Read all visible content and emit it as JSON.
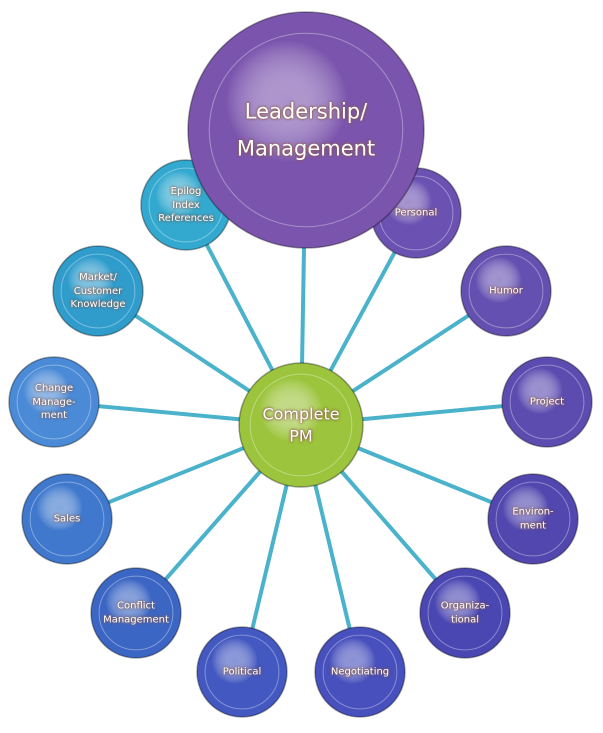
{
  "hub": {
    "label": "Complete\nPM",
    "color": "#9cc43c"
  },
  "top": {
    "label": "Leadership/\nManagement",
    "color": "#7b55ad"
  },
  "connector_color": "#4ab2cb",
  "nodes": [
    {
      "label": "Epilog\nIndex\nReferences",
      "color": "#33a9cf"
    },
    {
      "label": "Market/\nCustomer\nKnowledge",
      "color": "#2f9ccc"
    },
    {
      "label": "Change\nManage-\nment",
      "color": "#4a8ad6"
    },
    {
      "label": "Sales",
      "color": "#3f78cc"
    },
    {
      "label": "Conflict\nManagement",
      "color": "#3c66c4"
    },
    {
      "label": "Political",
      "color": "#4358c0"
    },
    {
      "label": "Negotiating",
      "color": "#4750bc"
    },
    {
      "label": "Organiza-\ntional",
      "color": "#4a47b2"
    },
    {
      "label": "Environ-\nment",
      "color": "#5147ae"
    },
    {
      "label": "Project",
      "color": "#5c4cb0"
    },
    {
      "label": "Humor",
      "color": "#6450b0"
    },
    {
      "label": "Personal",
      "color": "#6b52b2"
    }
  ]
}
